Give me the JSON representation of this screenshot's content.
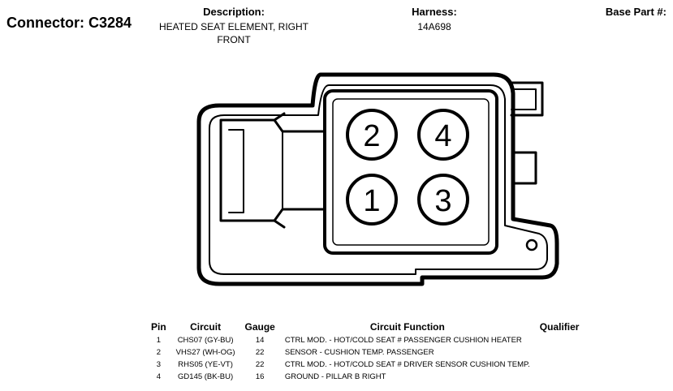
{
  "connector": {
    "label": "Connector: C3284"
  },
  "description": {
    "label": "Description:",
    "value": "HEATED SEAT ELEMENT, RIGHT FRONT"
  },
  "harness": {
    "label": "Harness:",
    "value": "14A698"
  },
  "base_part": {
    "label": "Base Part #:"
  },
  "diagram": {
    "pins": [
      "2",
      "4",
      "1",
      "3"
    ]
  },
  "table": {
    "headers": [
      "Pin",
      "Circuit",
      "Gauge",
      "Circuit Function",
      "Qualifier"
    ],
    "rows": [
      {
        "pin": "1",
        "circuit": "CHS07 (GY-BU)",
        "gauge": "14",
        "function": "CTRL MOD. - HOT/COLD SEAT # PASSENGER CUSHION HEATER",
        "qualifier": ""
      },
      {
        "pin": "2",
        "circuit": "VHS27 (WH-OG)",
        "gauge": "22",
        "function": "SENSOR - CUSHION TEMP. PASSENGER",
        "qualifier": ""
      },
      {
        "pin": "3",
        "circuit": "RHS05 (YE-VT)",
        "gauge": "22",
        "function": "CTRL MOD. - HOT/COLD SEAT # DRIVER SENSOR CUSHION TEMP.",
        "qualifier": ""
      },
      {
        "pin": "4",
        "circuit": "GD145 (BK-BU)",
        "gauge": "16",
        "function": "GROUND - PILLAR B RIGHT",
        "qualifier": ""
      }
    ]
  }
}
